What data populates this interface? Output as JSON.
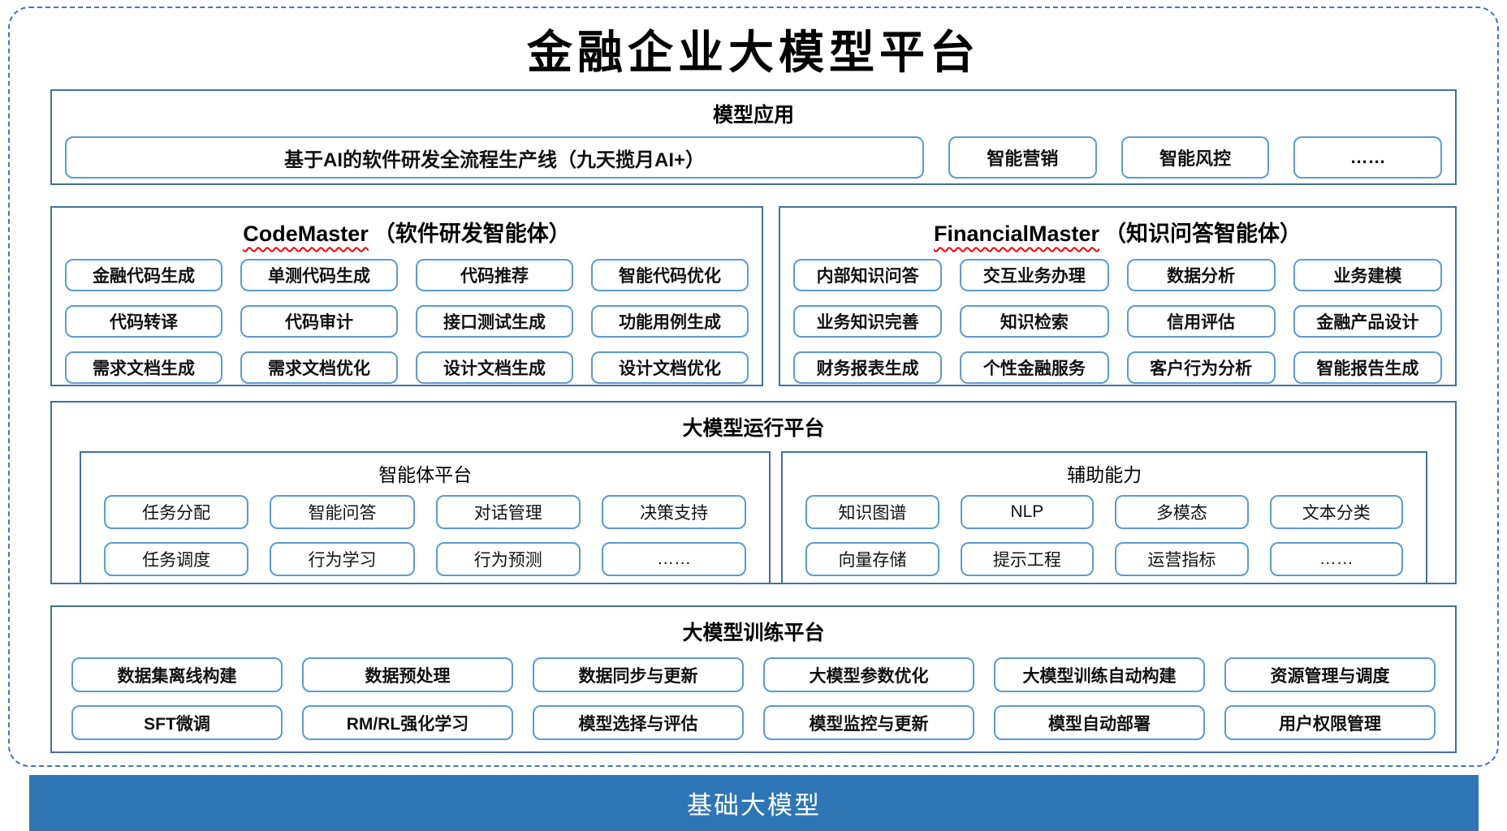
{
  "title": "金融企业大模型平台",
  "model_app": {
    "title": "模型应用",
    "items": [
      "基于AI的软件研发全流程生产线（九天揽月AI+）",
      "智能营销",
      "智能风控",
      "……"
    ]
  },
  "code_master": {
    "name": "CodeMaster",
    "subtitle": "（软件研发智能体）",
    "items": [
      "金融代码生成",
      "单测代码生成",
      "代码推荐",
      "智能代码优化",
      "代码转译",
      "代码审计",
      "接口测试生成",
      "功能用例生成",
      "需求文档生成",
      "需求文档优化",
      "设计文档生成",
      "设计文档优化"
    ]
  },
  "financial_master": {
    "name": "FinancialMaster",
    "subtitle": "（知识问答智能体）",
    "items": [
      "内部知识问答",
      "交互业务办理",
      "数据分析",
      "业务建模",
      "业务知识完善",
      "知识检索",
      "信用评估",
      "金融产品设计",
      "财务报表生成",
      "个性金融服务",
      "客户行为分析",
      "智能报告生成"
    ]
  },
  "runtime": {
    "title": "大模型运行平台",
    "agent_platform": {
      "title": "智能体平台",
      "items": [
        "任务分配",
        "智能问答",
        "对话管理",
        "决策支持",
        "任务调度",
        "行为学习",
        "行为预测",
        "……"
      ]
    },
    "auxiliary": {
      "title": "辅助能力",
      "items": [
        "知识图谱",
        "NLP",
        "多模态",
        "文本分类",
        "向量存储",
        "提示工程",
        "运营指标",
        "……"
      ]
    }
  },
  "training": {
    "title": "大模型训练平台",
    "items": [
      "数据集离线构建",
      "数据预处理",
      "数据同步与更新",
      "大模型参数优化",
      "大模型训练自动构建",
      "资源管理与调度",
      "SFT微调",
      "RM/RL强化学习",
      "模型选择与评估",
      "模型监控与更新",
      "模型自动部署",
      "用户权限管理"
    ]
  },
  "foundation": {
    "title": "基础大模型"
  },
  "colors": {
    "dashed_border": "#4472C4",
    "section_border": "#41719C",
    "node_border": "#5B9BD5",
    "foundation_bg": "#2E75B6",
    "foundation_text": "#FFFFFF",
    "spellcheck_squiggle": "#FF0000"
  }
}
